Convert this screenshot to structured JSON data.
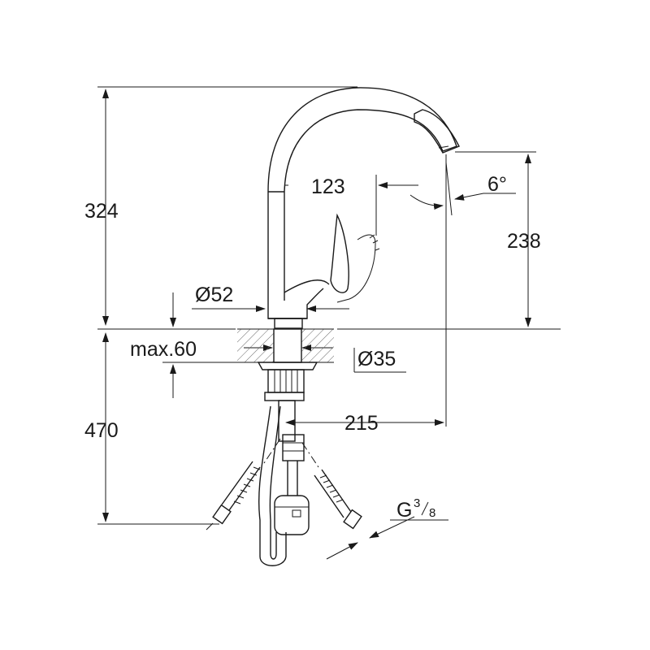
{
  "diagram": {
    "dimensions": {
      "total_height_top": "324",
      "spout_reach": "123",
      "angle": "6°",
      "spout_height": "238",
      "base_diameter": "Ø52",
      "max_thickness": "max.60",
      "hole_diameter": "Ø35",
      "total_height_bottom": "470",
      "projection": "215",
      "thread_main": "G",
      "thread_num": "3",
      "thread_den": "8"
    },
    "colors": {
      "ink": "#1a1a1a"
    }
  }
}
